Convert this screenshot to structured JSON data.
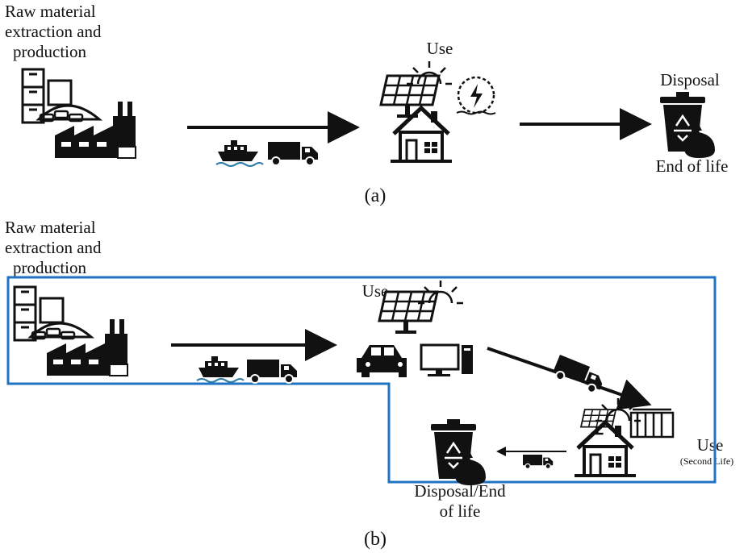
{
  "panel_a": {
    "caption": "(a)",
    "stage_raw": [
      "Raw material",
      "extraction and",
      "production"
    ],
    "stage_use": "Use",
    "stage_disposal": "Disposal",
    "stage_end": "End of life"
  },
  "panel_b": {
    "caption": "(b)",
    "stage_raw": [
      "Raw material",
      "extraction and",
      "production"
    ],
    "stage_use": "Use",
    "stage_second_use": "Use",
    "stage_second_use_note": "(Second Life)",
    "stage_disposal": [
      "Disposal/End",
      "of life"
    ]
  },
  "colors": {
    "ink": "#111111",
    "circular_boundary": "#1f73c2"
  },
  "icons": [
    "warehouse-boxes-icon",
    "factory-icon",
    "ship-icon",
    "truck-icon",
    "solar-panel-icon",
    "sun-icon",
    "lightning-icon",
    "house-icon",
    "car-icon",
    "computer-icon",
    "trash-bin-icon",
    "recycle-icon",
    "garbage-bag-icon",
    "battery-modules-icon"
  ]
}
